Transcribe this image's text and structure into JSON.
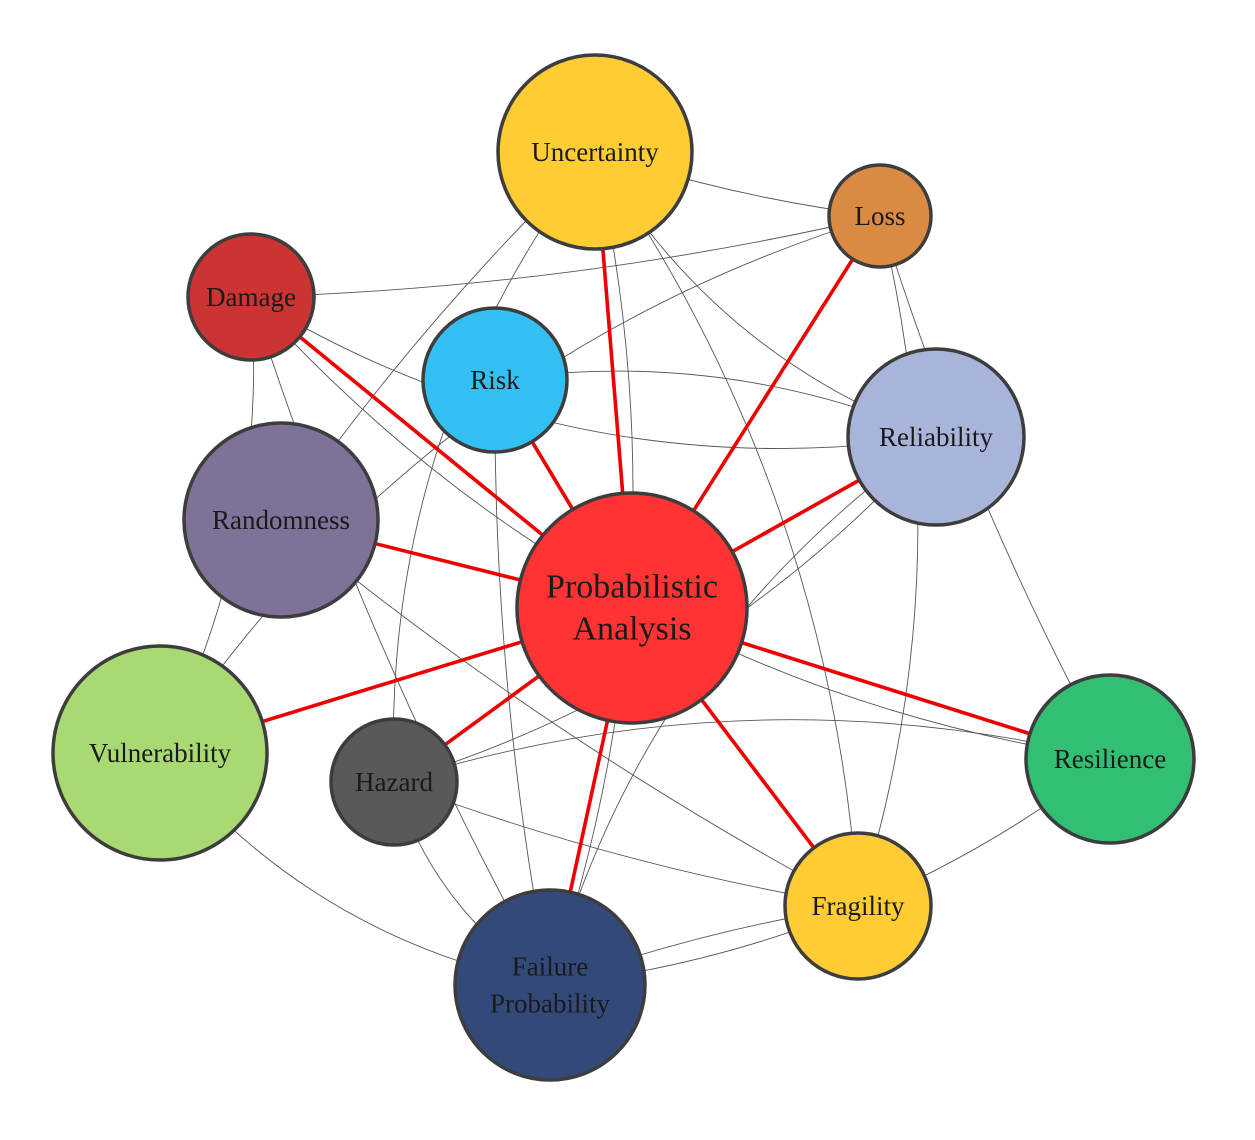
{
  "center": {
    "id": "pa",
    "label_lines": [
      "Probabilistic",
      "Analysis"
    ],
    "color": "#ff3333",
    "text_color": "#1a1a1a"
  },
  "nodes": [
    {
      "id": "uncertainty",
      "label_lines": [
        "Uncertainty"
      ],
      "color": "#ffcc33",
      "text_color": "#1a1a1a"
    },
    {
      "id": "loss",
      "label_lines": [
        "Loss"
      ],
      "color": "#db8a44",
      "text_color": "#1a1a1a"
    },
    {
      "id": "damage",
      "label_lines": [
        "Damage"
      ],
      "color": "#cc3333",
      "text_color": "#1a1a1a"
    },
    {
      "id": "risk",
      "label_lines": [
        "Risk"
      ],
      "color": "#33bff2",
      "text_color": "#1a1a1a"
    },
    {
      "id": "reliability",
      "label_lines": [
        "Reliability"
      ],
      "color": "#a8b4d9",
      "text_color": "#1a1a1a"
    },
    {
      "id": "randomness",
      "label_lines": [
        "Randomness"
      ],
      "color": "#7f7299",
      "text_color": "#1a1a1a"
    },
    {
      "id": "vulnerability",
      "label_lines": [
        "Vulnerability"
      ],
      "color": "#a8d973",
      "text_color": "#1a1a1a"
    },
    {
      "id": "hazard",
      "label_lines": [
        "Hazard"
      ],
      "color": "#595959",
      "text_color": "#1a1a1a"
    },
    {
      "id": "resilience",
      "label_lines": [
        "Resilience"
      ],
      "color": "#33bf73",
      "text_color": "#1a1a1a"
    },
    {
      "id": "fragility",
      "label_lines": [
        "Fragility"
      ],
      "color": "#ffcc33",
      "text_color": "#1a1a1a"
    },
    {
      "id": "failure",
      "label_lines": [
        "Failure",
        "Probability"
      ],
      "color": "#33497a",
      "text_color": "#1a1a1a"
    }
  ],
  "core_edge_color": "#ee0000",
  "edges": [
    [
      "uncertainty",
      "loss"
    ],
    [
      "uncertainty",
      "reliability"
    ],
    [
      "uncertainty",
      "fragility"
    ],
    [
      "uncertainty",
      "randomness"
    ],
    [
      "uncertainty",
      "hazard"
    ],
    [
      "uncertainty",
      "failure"
    ],
    [
      "damage",
      "loss"
    ],
    [
      "damage",
      "reliability"
    ],
    [
      "damage",
      "vulnerability"
    ],
    [
      "damage",
      "failure"
    ],
    [
      "damage",
      "resilience"
    ],
    [
      "risk",
      "reliability"
    ],
    [
      "risk",
      "failure"
    ],
    [
      "loss",
      "vulnerability"
    ],
    [
      "loss",
      "fragility"
    ],
    [
      "loss",
      "resilience"
    ],
    [
      "reliability",
      "failure"
    ],
    [
      "reliability",
      "hazard"
    ],
    [
      "randomness",
      "fragility"
    ],
    [
      "vulnerability",
      "failure"
    ],
    [
      "hazard",
      "resilience"
    ],
    [
      "hazard",
      "fragility"
    ],
    [
      "hazard",
      "failure"
    ],
    [
      "resilience",
      "failure"
    ],
    [
      "fragility",
      "failure"
    ]
  ]
}
